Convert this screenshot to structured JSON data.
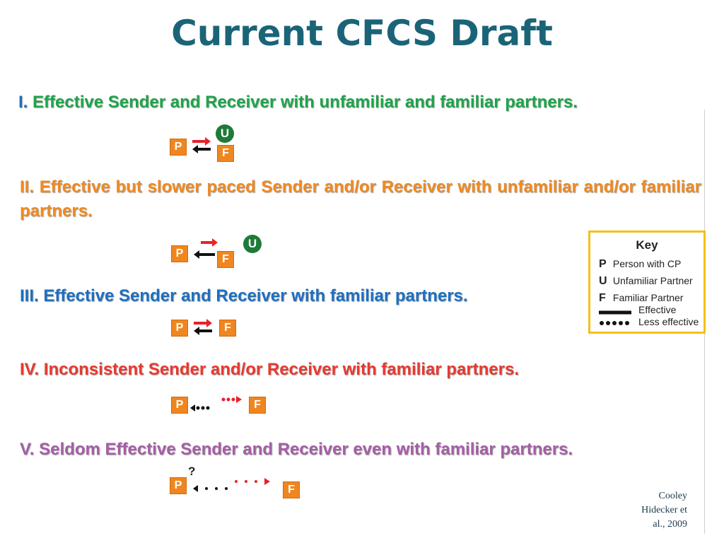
{
  "slide": {
    "title": "Current CFCS Draft",
    "citation": [
      "Cooley",
      "Hidecker et",
      "al., 2009"
    ]
  },
  "levels": [
    {
      "num": "I.",
      "text": " Effective Sender and Receiver with unfamiliar and familiar partners."
    },
    {
      "num": "II.",
      "text": " Effective but slower paced Sender and/or Receiver with unfamiliar and/or familiar partners."
    },
    {
      "num": "III.",
      "text": " Effective Sender and Receiver with familiar partners."
    },
    {
      "num": "IV.",
      "text": " Inconsistent Sender and/or Receiver with familiar partners."
    },
    {
      "num": "V.",
      "text": " Seldom Effective Sender and Receiver even with familiar partners."
    }
  ],
  "glyphs": {
    "p": "P",
    "u": "U",
    "f": "F",
    "q": "?"
  },
  "key": {
    "title": "Key",
    "rows": [
      {
        "sym": "P",
        "label": "Person with CP"
      },
      {
        "sym": "U",
        "label": "Unfamiliar Partner"
      },
      {
        "sym": "F",
        "label": "Familiar Partner"
      }
    ],
    "effective": "Effective",
    "less_effective": "Less effective"
  },
  "colors": {
    "title": "#1b6478",
    "level1": "#1fa34a",
    "level2": "#f0891f",
    "level3": "#1f6fbf",
    "level4": "#e8392f",
    "level5": "#a55ea6",
    "person_box": "#f0861f",
    "unfamiliar_circle": "#1f7a3a",
    "arrow_red": "#e8222a",
    "key_border": "#f4c019"
  }
}
